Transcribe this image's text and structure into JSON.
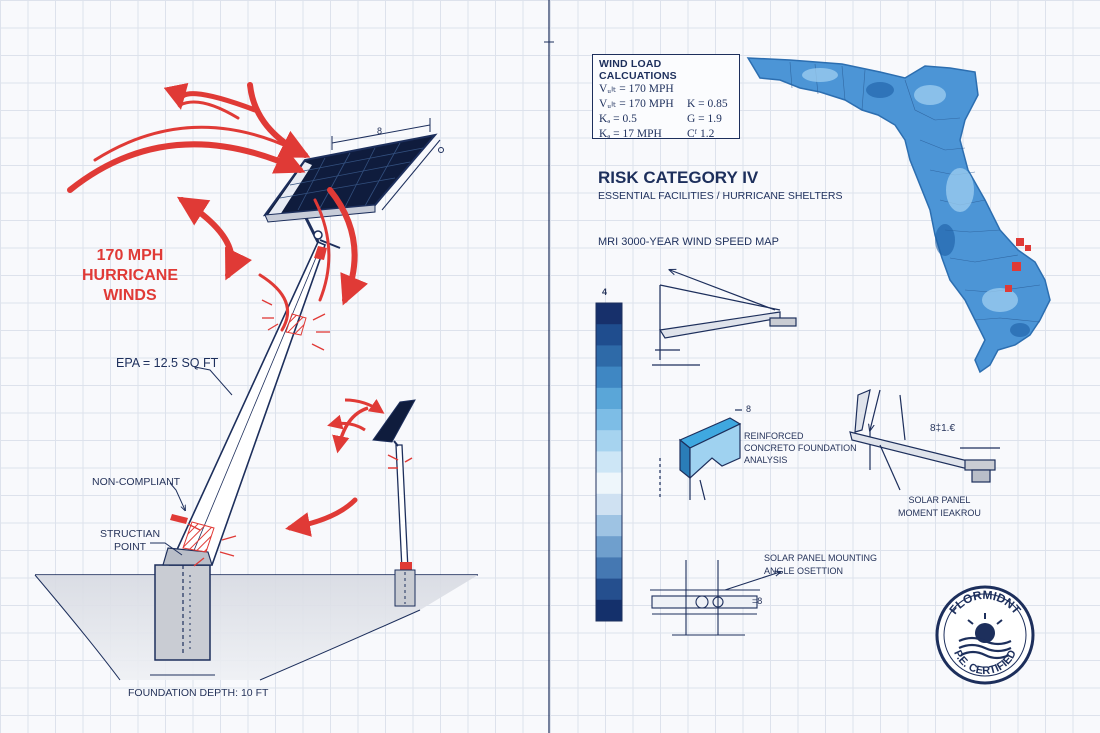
{
  "left": {
    "wind_label": [
      "170 MPH",
      "HURRICANE",
      "WINDS"
    ],
    "epa_label": "EPA = 12.5 SQ FT",
    "non_compliant_label": "NON-COMPLIANT",
    "structural_point_label": [
      "STRUCTIAN",
      "POINT"
    ],
    "foundation_depth_label": "FOUNDATION DEPTH: 10 FT",
    "panel_dim_label": "8"
  },
  "calculations": {
    "title": "WIND LOAD CALCUATIONS",
    "line1": "Vᵤₗₜ = 170 MPH",
    "line2_left": "Vᵤₗₜ = 170 MPH",
    "line2_right": "K = 0.85",
    "line3_left": "Kₔ = 0.5",
    "line3_right": "G = 1.9",
    "line4_left": "Kₔ = 17 MPH",
    "line4_right": "Cᶠ 1.2"
  },
  "risk": {
    "title": "RISK CATEGORY IV",
    "subtitle": "ESSENTIAL FACILITIES / HURRICANE SHELTERS"
  },
  "map": {
    "title": "MRI 3000-YEAR WIND SPEED MAP",
    "scale_top_label": "4",
    "scale_colors": [
      "#17306b",
      "#1f4d8e",
      "#2e6aa8",
      "#3f87c3",
      "#5aa6d8",
      "#7dbde6",
      "#a6d3ef",
      "#cde6f6",
      "#eef6fb",
      "#cfe1f2",
      "#9ec3e3",
      "#6f9fcd",
      "#4578b2",
      "#254f8e",
      "#14306b"
    ]
  },
  "details": {
    "foundation_label": [
      "REINFORCED",
      "CONCRETO FOUNDATION",
      "ANALYSIS"
    ],
    "foundation_dim": "8",
    "moment_label": [
      "SOLAR PANEL",
      "MOMENT IEAKROU"
    ],
    "moment_dim": "8‡1.€",
    "mounting_label": [
      "SOLAR PANEL MOUNTING",
      "ANGLE OSETTION"
    ],
    "mounting_dim": "=8"
  },
  "seal": {
    "top_text": "FLORMIDNT",
    "bottom_text": "P.E. CERTIFIED"
  },
  "colors": {
    "navy": "#1d2f5c",
    "red": "#e03a36",
    "map_blue": "#3f8fd0"
  }
}
